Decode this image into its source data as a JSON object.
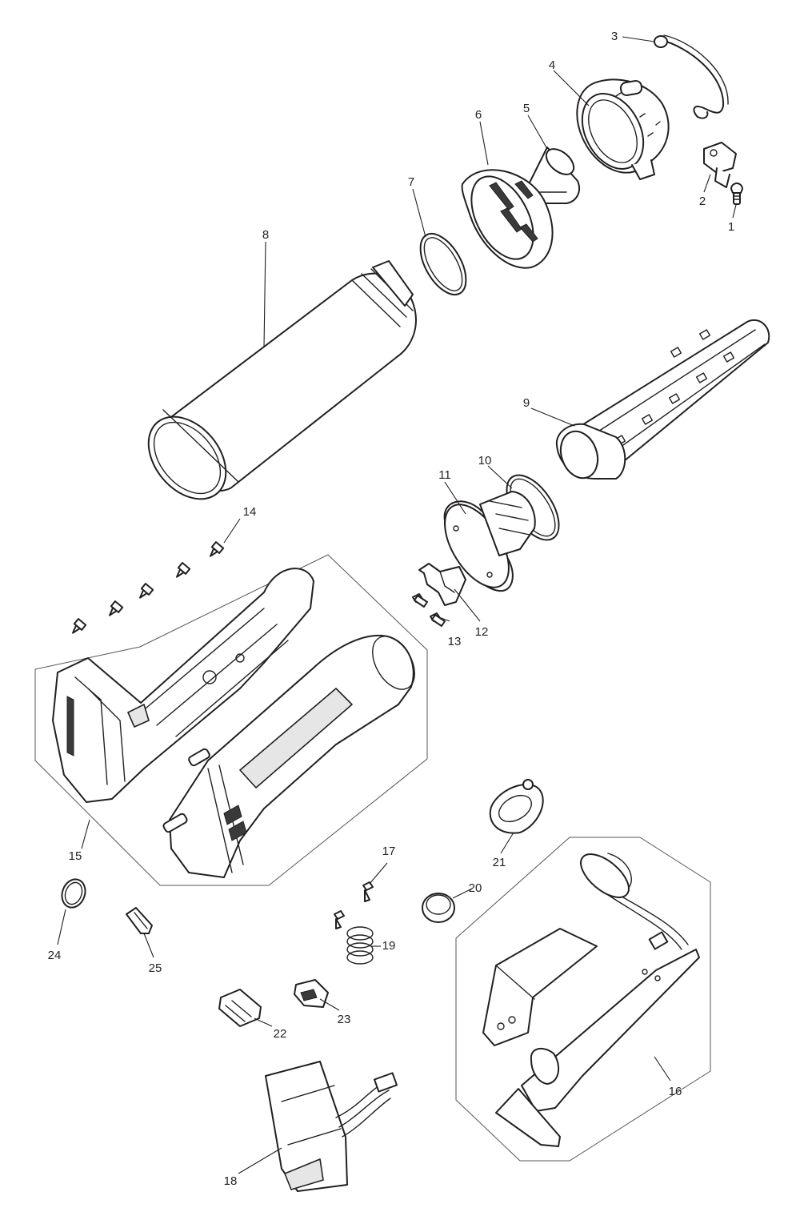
{
  "callouts": [
    {
      "id": "c1",
      "label": "1"
    },
    {
      "id": "c2",
      "label": "2"
    },
    {
      "id": "c3",
      "label": "3"
    },
    {
      "id": "c4",
      "label": "4"
    },
    {
      "id": "c5",
      "label": "5"
    },
    {
      "id": "c6",
      "label": "6"
    },
    {
      "id": "c7",
      "label": "7"
    },
    {
      "id": "c8",
      "label": "8"
    },
    {
      "id": "c9",
      "label": "9"
    },
    {
      "id": "c10",
      "label": "10"
    },
    {
      "id": "c11",
      "label": "11"
    },
    {
      "id": "c12",
      "label": "12"
    },
    {
      "id": "c13",
      "label": "13"
    },
    {
      "id": "c14",
      "label": "14"
    },
    {
      "id": "c15",
      "label": "15"
    },
    {
      "id": "c16",
      "label": "16"
    },
    {
      "id": "c17",
      "label": "17"
    },
    {
      "id": "c18",
      "label": "18"
    },
    {
      "id": "c19",
      "label": "19"
    },
    {
      "id": "c20",
      "label": "20"
    },
    {
      "id": "c21",
      "label": "21"
    },
    {
      "id": "c22",
      "label": "22"
    },
    {
      "id": "c23",
      "label": "23"
    },
    {
      "id": "c24",
      "label": "24"
    },
    {
      "id": "c25",
      "label": "25"
    }
  ],
  "colors": {
    "line": "#231f20",
    "background": "#ffffff",
    "group_outline": "#555555"
  }
}
